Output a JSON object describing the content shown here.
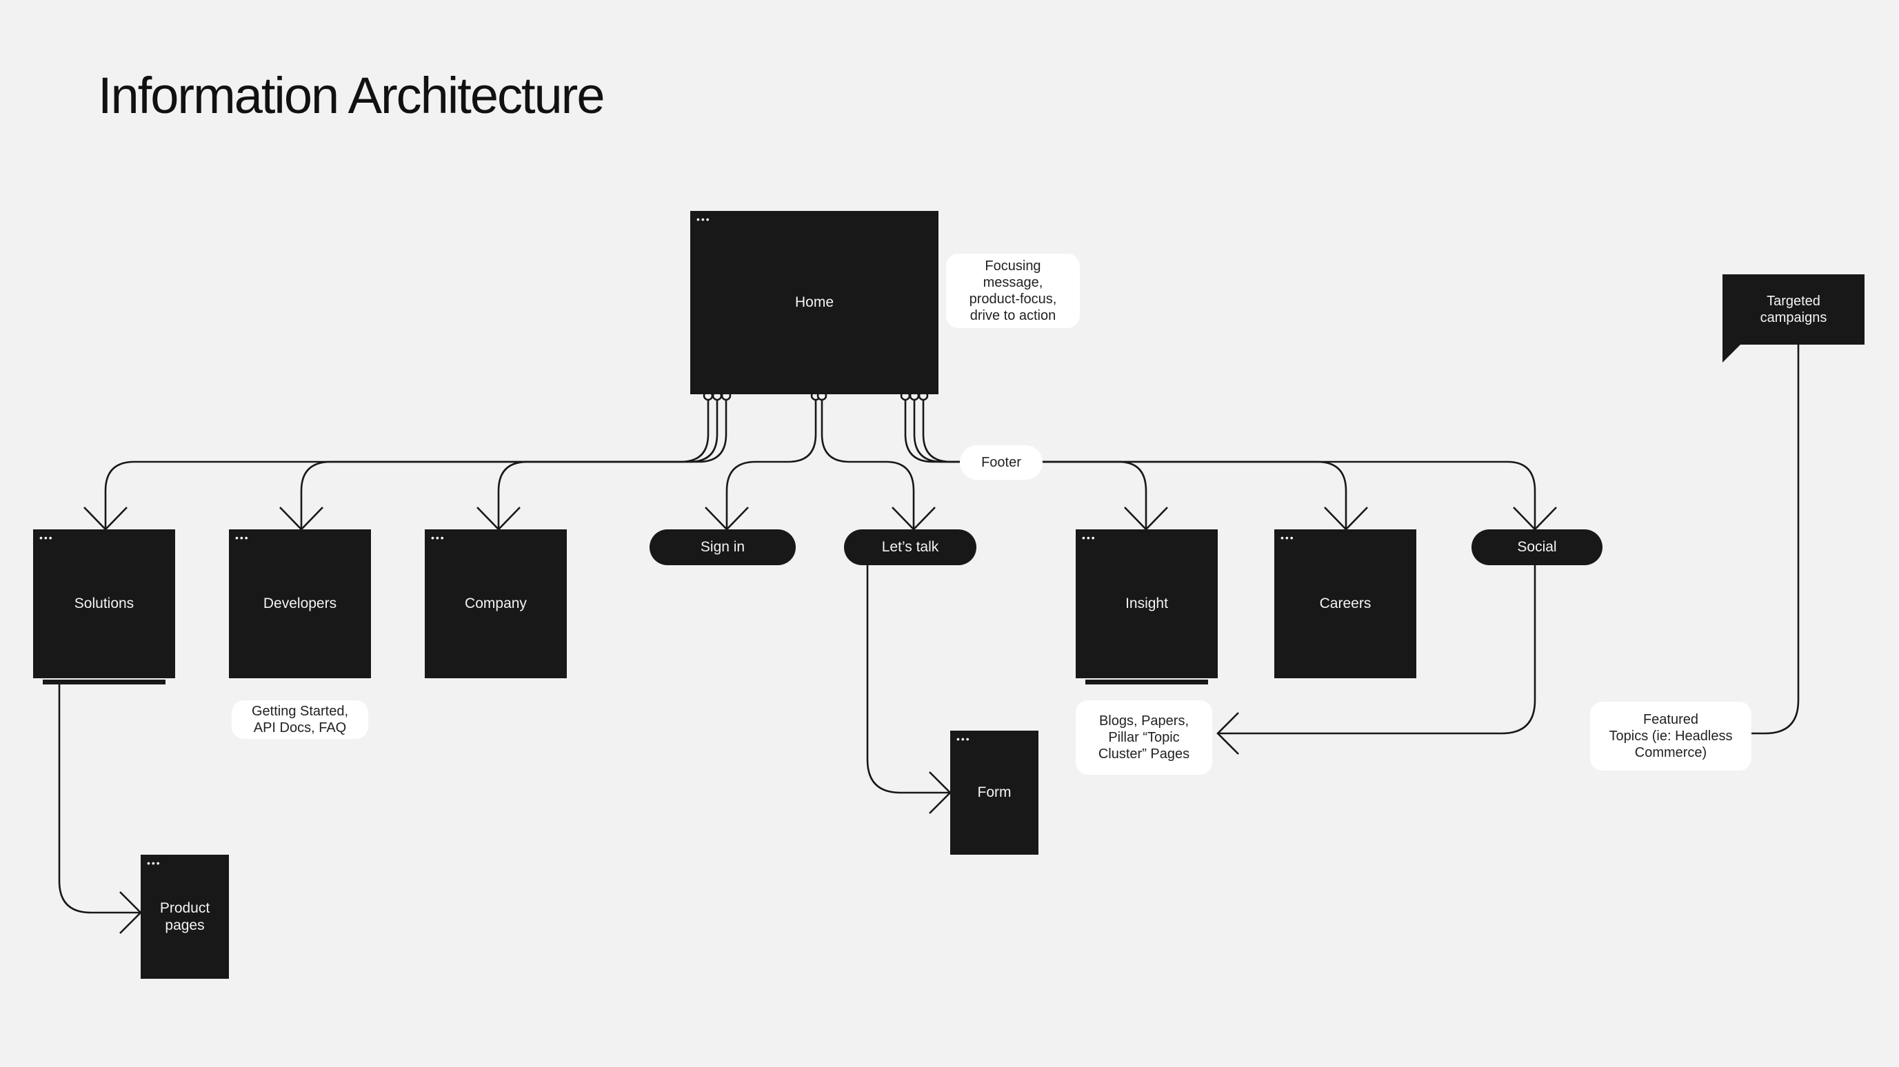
{
  "title": "Information Architecture",
  "nodes": {
    "home": "Home",
    "solutions": "Solutions",
    "developers": "Developers",
    "company": "Company",
    "insight": "Insight",
    "careers": "Careers",
    "form": "Form",
    "product_pages": "Product\npages"
  },
  "pills": {
    "sign_in": "Sign in",
    "lets_talk": "Let’s talk",
    "social": "Social"
  },
  "notes": {
    "home_note": "Focusing\nmessage,\nproduct-focus,\ndrive to action",
    "footer": "Footer",
    "developers_note": "Getting Started,\nAPI Docs, FAQ",
    "insight_note": "Blogs, Papers,\nPillar “Topic\nCluster” Pages",
    "featured_note": "Featured\nTopics (ie: Headless\nCommerce)"
  },
  "callout": "Targeted\ncampaigns",
  "window_dots": "•••",
  "colors": {
    "background": "#f2f2f2",
    "node": "#181818",
    "note": "#ffffff",
    "line": "#181818"
  }
}
